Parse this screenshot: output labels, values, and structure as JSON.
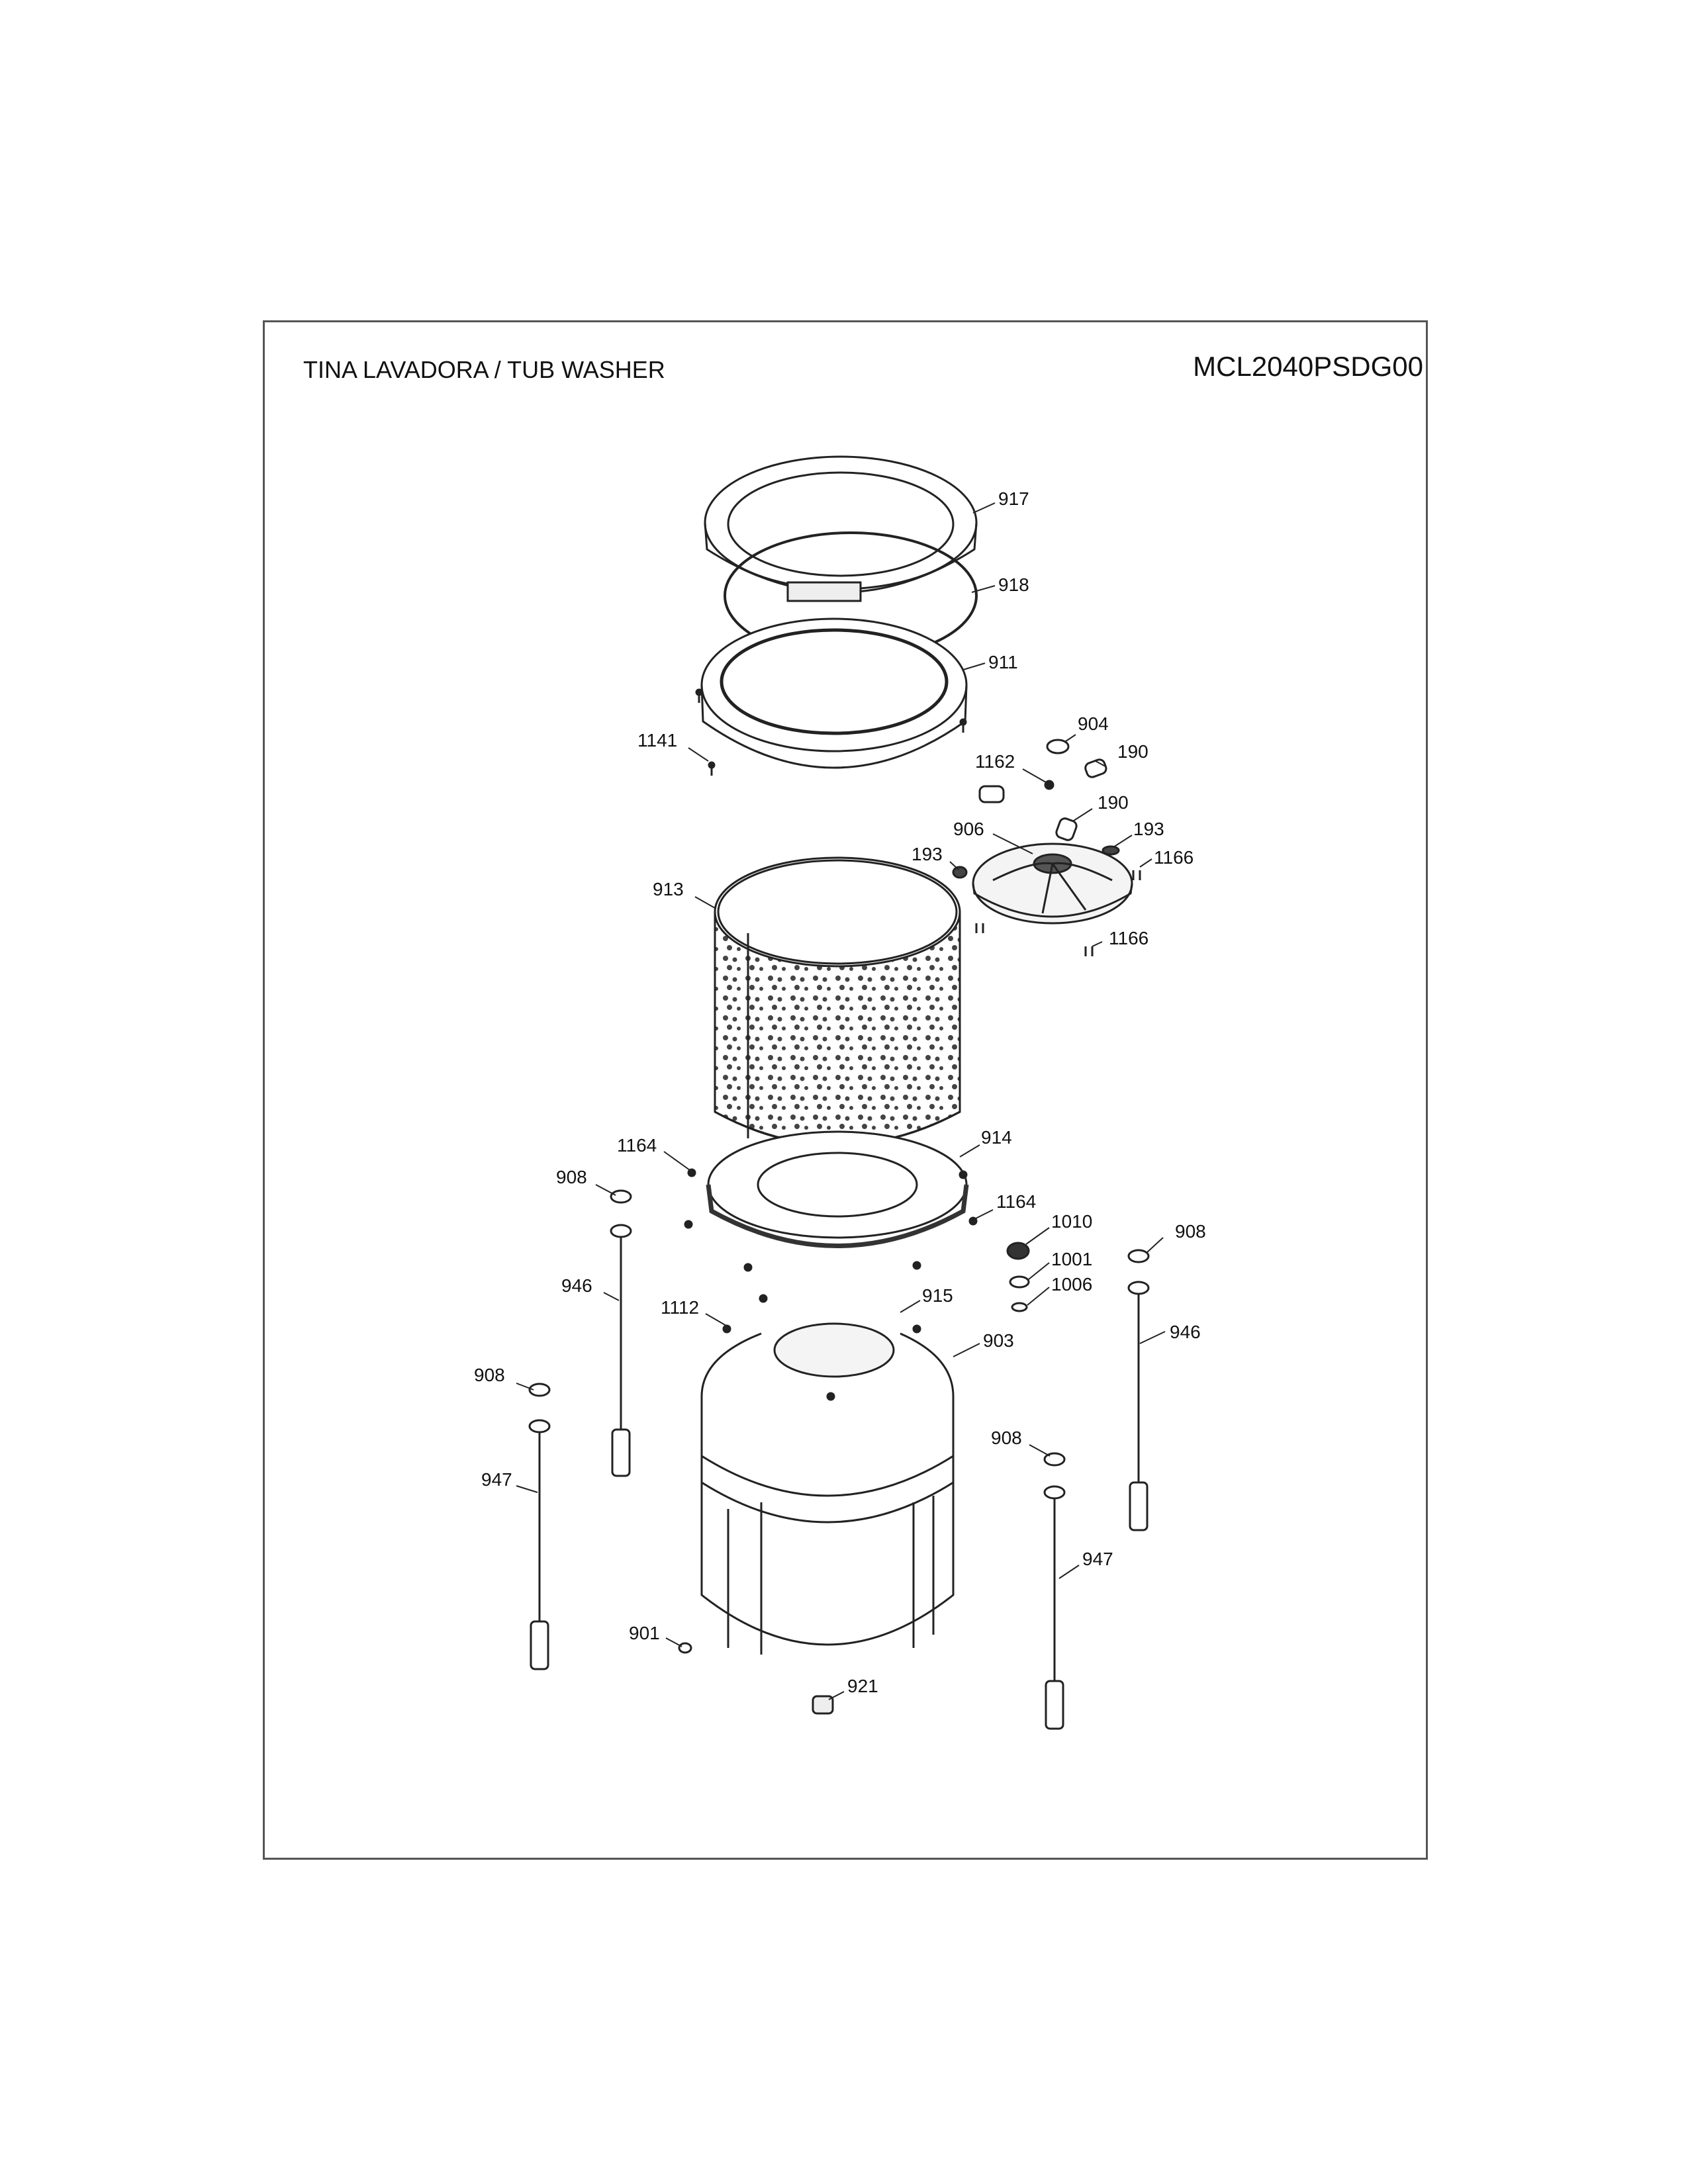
{
  "header": {
    "title": "TINA LAVADORA / TUB WASHER",
    "model": "MCL2040PSDG00"
  },
  "callouts": [
    {
      "id": "c917",
      "label": "917"
    },
    {
      "id": "c918",
      "label": "918"
    },
    {
      "id": "c911",
      "label": "911"
    },
    {
      "id": "c1141",
      "label": "1141"
    },
    {
      "id": "c904",
      "label": "904"
    },
    {
      "id": "c1162",
      "label": "1162"
    },
    {
      "id": "c190a",
      "label": "190"
    },
    {
      "id": "c190b",
      "label": "190"
    },
    {
      "id": "c906",
      "label": "906"
    },
    {
      "id": "c193a",
      "label": "193"
    },
    {
      "id": "c193b",
      "label": "193"
    },
    {
      "id": "c1166a",
      "label": "1166"
    },
    {
      "id": "c1166b",
      "label": "1166"
    },
    {
      "id": "c913",
      "label": "913"
    },
    {
      "id": "c1164a",
      "label": "1164"
    },
    {
      "id": "c914",
      "label": "914"
    },
    {
      "id": "c908a",
      "label": "908"
    },
    {
      "id": "c1164b",
      "label": "1164"
    },
    {
      "id": "c1010",
      "label": "1010"
    },
    {
      "id": "c908b",
      "label": "908"
    },
    {
      "id": "c1001",
      "label": "1001"
    },
    {
      "id": "c946a",
      "label": "946"
    },
    {
      "id": "c1006",
      "label": "1006"
    },
    {
      "id": "c1112",
      "label": "1112"
    },
    {
      "id": "c915",
      "label": "915"
    },
    {
      "id": "c903",
      "label": "903"
    },
    {
      "id": "c946b",
      "label": "946"
    },
    {
      "id": "c908c",
      "label": "908"
    },
    {
      "id": "c908d",
      "label": "908"
    },
    {
      "id": "c947a",
      "label": "947"
    },
    {
      "id": "c947b",
      "label": "947"
    },
    {
      "id": "c901",
      "label": "901"
    },
    {
      "id": "c921",
      "label": "921"
    }
  ]
}
